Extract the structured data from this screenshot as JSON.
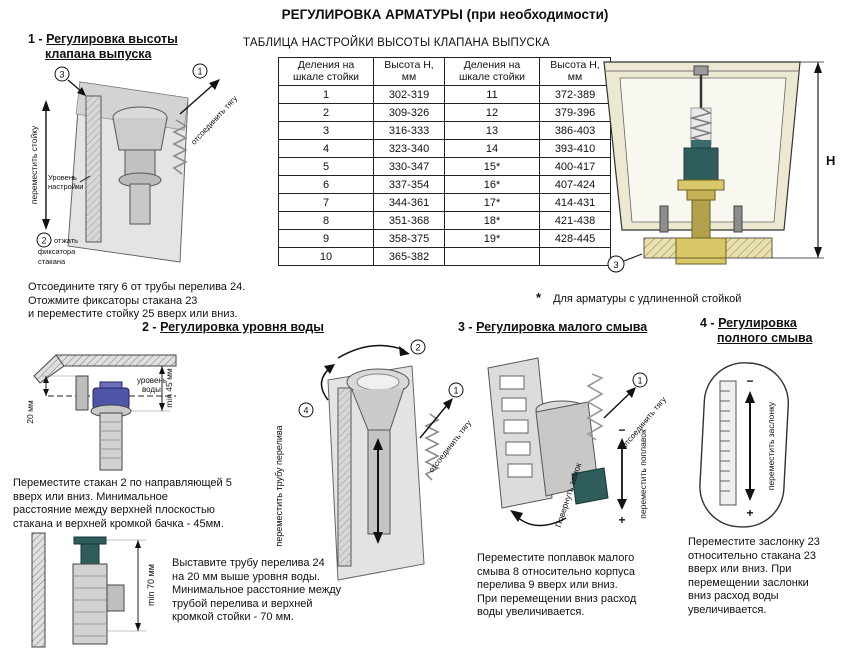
{
  "page": {
    "title": "РЕГУЛИРОВКА АРМАТУРЫ (при необходимости)"
  },
  "section1": {
    "number": "1 -",
    "title_lines": [
      "Регулировка высоты",
      "клапана выпуска"
    ],
    "callout1": "1",
    "callout2": "2",
    "callout3": "3",
    "label_move_stand": "переместить стойку",
    "label_detach_rod": "отсоединить тягу",
    "label_level_lines": [
      "Уровень",
      "настройки"
    ],
    "label_press_clips_lines": [
      "отжать",
      "фиксатора",
      "стакана"
    ],
    "instructions": "Отсоедините тягу 6 от трубы перелива 24.\nОтожмите фиксаторы стакана 23\nи переместите стойку 25 вверх или вниз."
  },
  "table": {
    "title": "ТАБЛИЦА НАСТРОЙКИ ВЫСОТЫ КЛАПАНА ВЫПУСКА",
    "col_headers": [
      "Деления на шкале стойки",
      "Высота Н, мм",
      "Деления на шкале стойки",
      "Высота Н, мм"
    ],
    "rows": [
      [
        "1",
        "302-319",
        "11",
        "372-389"
      ],
      [
        "2",
        "309-326",
        "12",
        "379-396"
      ],
      [
        "3",
        "316-333",
        "13",
        "386-403"
      ],
      [
        "4",
        "323-340",
        "14",
        "393-410"
      ],
      [
        "5",
        "330-347",
        "15*",
        "400-417"
      ],
      [
        "6",
        "337-354",
        "16*",
        "407-424"
      ],
      [
        "7",
        "344-361",
        "17*",
        "414-431"
      ],
      [
        "8",
        "351-368",
        "18*",
        "421-438"
      ],
      [
        "9",
        "358-375",
        "19*",
        "428-445"
      ],
      [
        "10",
        "365-382",
        "",
        ""
      ]
    ],
    "footnote_mark": "*",
    "footnote_text": "Для арматуры с удлиненной стойкой"
  },
  "cistern": {
    "height_label": "Н",
    "callout3": "3"
  },
  "section2": {
    "number": "2 -",
    "title": "Регулировка уровня воды",
    "label_water_level_lines": [
      "уровень",
      "воды"
    ],
    "label_20mm": "20 мм",
    "label_min45": "min 45 мм",
    "label_min70": "min 70 мм",
    "label_move_pipe": "переместить трубу перелива",
    "label_detach_rod": "отсоединить тягу",
    "callout1": "1",
    "callout2": "2",
    "callout4": "4",
    "text_a": "Переместите стакан 2 по направляющей 5\nвверх или вниз.  Минимальное\nрасстояние между верхней плоскостью\nстакана и верхней кромкой бачка - 45мм.",
    "text_b": "Выставите трубу перелива 24\nна 20 мм выше уровня воды.\nМинимальное расстояние между\nтрубой перелива и верхней\nкромкой стойки - 70 мм."
  },
  "section3": {
    "number": "3 -",
    "title": "Регулировка малого смыва",
    "callout1": "1",
    "label_detach_rod": "отсоединить тягу",
    "label_move_float": "переместить поплавок",
    "label_turn_lock": "Повернуть замок",
    "minus": "−",
    "plus": "+",
    "text": "Переместите поплавок малого\nсмыва 8 относительно корпуса\nперелива 9 вверх или вниз.\nПри перемещении вниз расход\nводы увеличивается."
  },
  "section4": {
    "number": "4 -",
    "title_lines": [
      "Регулировка",
      "полного смыва"
    ],
    "label_move_flap": "переместить заслонку",
    "minus": "−",
    "plus": "+",
    "text": "Переместите заслонку 23\nотносительно стакана 23\nвверх или вниз. При\nперемещении заслонки\nвниз расход воды\nувеличивается."
  }
}
